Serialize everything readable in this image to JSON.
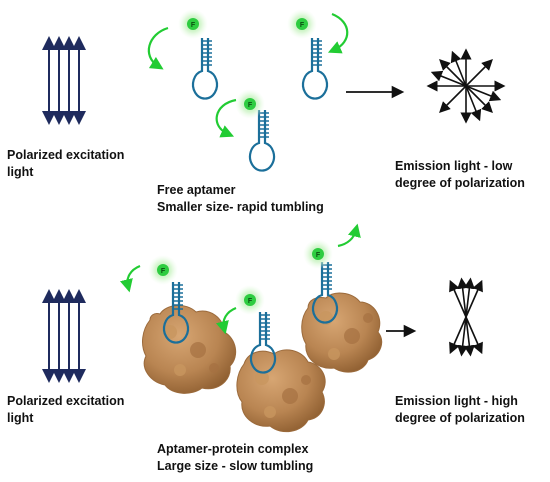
{
  "colors": {
    "polarization_arrow": "#1f2b5e",
    "emission_arrow": "#111111",
    "aptamer": "#1b6f9a",
    "fluorophore": "#2ecc40",
    "fluorophore_glow": "#b8f0b0",
    "rotation_arrow": "#22cc33",
    "protein": "#b98552",
    "protein_dark": "#8a5a2e"
  },
  "icons": {
    "polarized_light": "parallel-vertical-double-arrows-icon",
    "emission_low": "eight-direction-star-arrows-icon",
    "emission_high": "crossed-arrows-icon",
    "aptamer": "hairpin-aptamer-icon",
    "fluorophore": "fluorophore-F-icon",
    "protein": "globular-protein-icon",
    "rotation": "curved-rotation-arrow-icon"
  },
  "fluorophore_letter": "F",
  "top_panel": {
    "excitation_label": [
      "Polarized excitation",
      "light"
    ],
    "caption": [
      "Free aptamer",
      "Smaller size- rapid tumbling"
    ],
    "emission_label": [
      "Emission light - low",
      "degree of polarization"
    ]
  },
  "bottom_panel": {
    "excitation_label": [
      "Polarized excitation",
      "light"
    ],
    "caption": [
      "Aptamer-protein complex",
      "Large size - slow tumbling"
    ],
    "emission_label": [
      "Emission light - high",
      "degree of polarization"
    ]
  }
}
